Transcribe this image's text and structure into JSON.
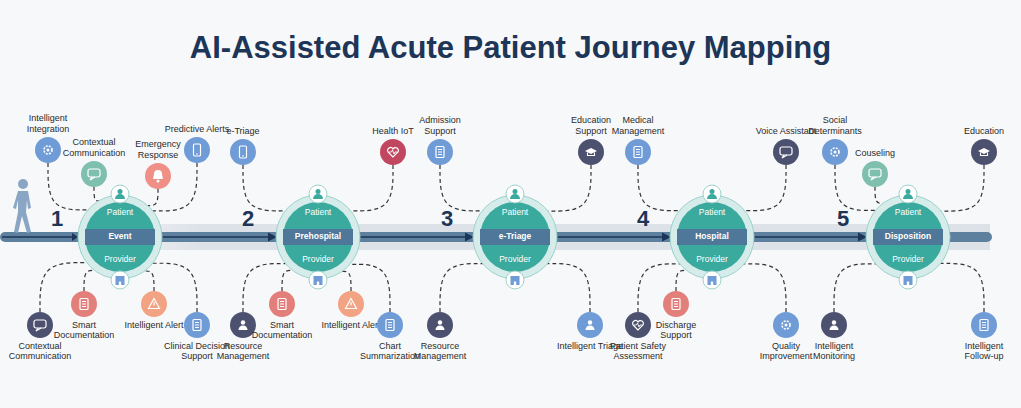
{
  "diagram": {
    "title": "AI-Assisted Acute Patient Journey Mapping",
    "nodes": [
      {
        "text": [
          "Patient",
          "Event",
          "Provider"
        ]
      },
      {
        "text": [
          "Intelligent Integration"
        ]
      },
      {
        "text": [
          "Contextual Communication"
        ]
      },
      {
        "text": [
          "Emergency Response"
        ]
      },
      {
        "text": [
          "Predictive Alerts"
        ]
      },
      {
        "text": [
          "Contextual Communication"
        ]
      },
      {
        "text": [
          "Smart Documentation"
        ]
      },
      {
        "text": [
          "Intelligent Alert"
        ]
      },
      {
        "text": [
          "Clinical Decision Support"
        ]
      },
      {
        "text": [
          "Patient",
          "Prehospital",
          "Provider"
        ]
      },
      {
        "text": [
          "e-Triage"
        ]
      },
      {
        "text": [
          "Health IoT"
        ]
      },
      {
        "text": [
          "Resource Management"
        ]
      },
      {
        "text": [
          "Smart Documentation"
        ]
      },
      {
        "text": [
          "Intelligent Alert"
        ]
      },
      {
        "text": [
          "Chart Summarization"
        ]
      },
      {
        "text": [
          "Patient",
          "e-Triage",
          "Provider"
        ]
      },
      {
        "text": [
          "Admission Support"
        ]
      },
      {
        "text": [
          "Education Support"
        ]
      },
      {
        "text": [
          "Resource Management"
        ]
      },
      {
        "text": [
          "Intelligent Triage"
        ]
      },
      {
        "text": [
          "Patient",
          "Hospital",
          "Provider"
        ]
      },
      {
        "text": [
          "Medical Management"
        ]
      },
      {
        "text": [
          "Voice Assistant"
        ]
      },
      {
        "text": [
          "Patient Safety Assessment"
        ]
      },
      {
        "text": [
          "Discharge Support"
        ]
      },
      {
        "text": [
          "Quality Improvement"
        ]
      },
      {
        "text": [
          "Patient",
          "Disposition",
          "Provider"
        ]
      },
      {
        "text": [
          "Social Determinants"
        ]
      },
      {
        "text": [
          "Couseling"
        ]
      },
      {
        "text": [
          "Education"
        ]
      },
      {
        "text": [
          "Intelligent Monitoring"
        ]
      },
      {
        "text": [
          "Intelligent Follow-up"
        ]
      }
    ],
    "edges": [
      {
        "from": 0,
        "to": 9,
        "arrow": "to"
      },
      {
        "from": 9,
        "to": 16,
        "arrow": "to"
      },
      {
        "from": 16,
        "to": 21,
        "arrow": "to"
      },
      {
        "from": 21,
        "to": 27,
        "arrow": "to"
      },
      {
        "from": 1,
        "to": 0,
        "arrow": "none"
      },
      {
        "from": 2,
        "to": 0,
        "arrow": "none"
      },
      {
        "from": 3,
        "to": 0,
        "arrow": "none"
      },
      {
        "from": 4,
        "to": 0,
        "arrow": "none"
      },
      {
        "from": 5,
        "to": 0,
        "arrow": "none"
      },
      {
        "from": 6,
        "to": 0,
        "arrow": "none"
      },
      {
        "from": 7,
        "to": 0,
        "arrow": "none"
      },
      {
        "from": 8,
        "to": 0,
        "arrow": "none"
      },
      {
        "from": 10,
        "to": 9,
        "arrow": "none"
      },
      {
        "from": 11,
        "to": 9,
        "arrow": "none"
      },
      {
        "from": 12,
        "to": 9,
        "arrow": "none"
      },
      {
        "from": 13,
        "to": 9,
        "arrow": "none"
      },
      {
        "from": 14,
        "to": 9,
        "arrow": "none"
      },
      {
        "from": 15,
        "to": 9,
        "arrow": "none"
      },
      {
        "from": 17,
        "to": 16,
        "arrow": "none"
      },
      {
        "from": 18,
        "to": 16,
        "arrow": "none"
      },
      {
        "from": 19,
        "to": 16,
        "arrow": "none"
      },
      {
        "from": 20,
        "to": 16,
        "arrow": "none"
      },
      {
        "from": 22,
        "to": 21,
        "arrow": "none"
      },
      {
        "from": 23,
        "to": 21,
        "arrow": "none"
      },
      {
        "from": 24,
        "to": 21,
        "arrow": "none"
      },
      {
        "from": 25,
        "to": 21,
        "arrow": "none"
      },
      {
        "from": 26,
        "to": 21,
        "arrow": "none"
      },
      {
        "from": 28,
        "to": 27,
        "arrow": "none"
      },
      {
        "from": 29,
        "to": 27,
        "arrow": "none"
      },
      {
        "from": 30,
        "to": 27,
        "arrow": "none"
      },
      {
        "from": 31,
        "to": 27,
        "arrow": "none"
      },
      {
        "from": 32,
        "to": 27,
        "arrow": "none"
      }
    ],
    "labels": [
      "1",
      "2",
      "3",
      "4",
      "5"
    ]
  }
}
